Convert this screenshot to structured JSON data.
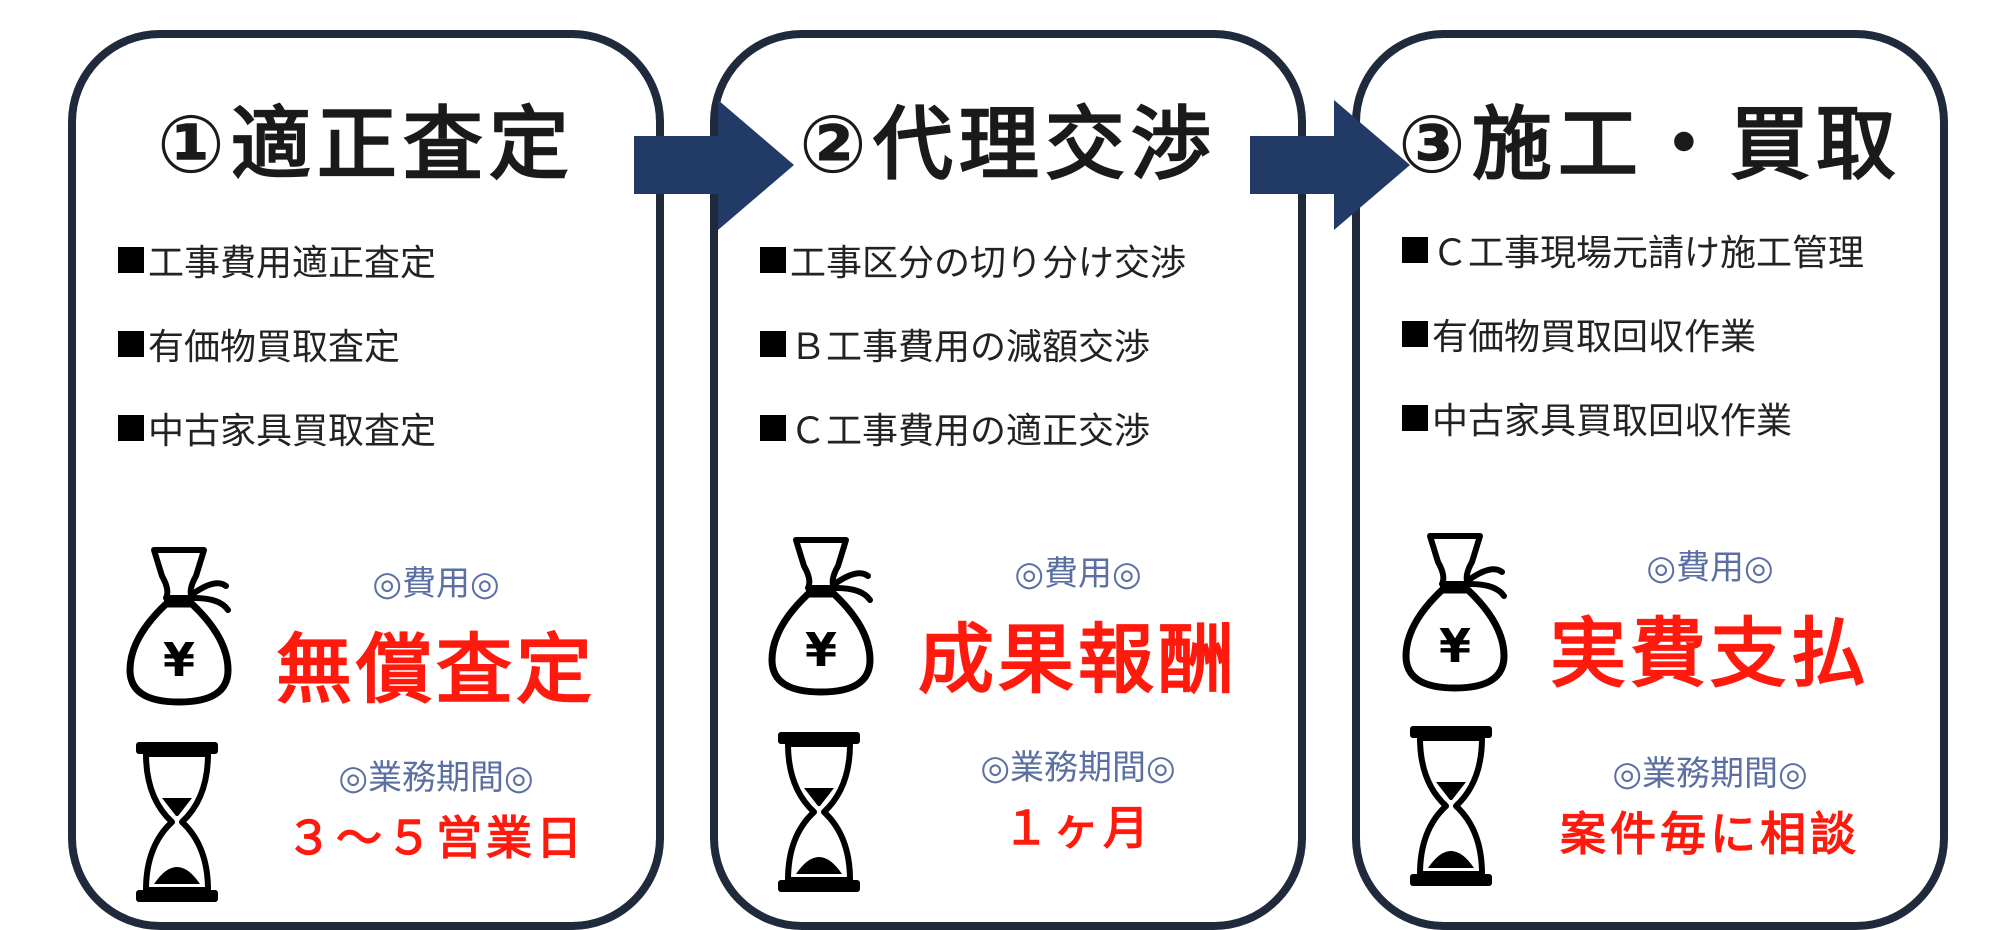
{
  "steps": [
    {
      "title": "①適正査定",
      "items": [
        "工事費用適正査定",
        "有価物買取査定",
        "中古家具買取査定"
      ],
      "cost_label": "◎費用◎",
      "cost_value": "無償査定",
      "period_label": "◎業務期間◎",
      "period_value": "３～５営業日"
    },
    {
      "title": "②代理交渉",
      "items": [
        "工事区分の切り分け交渉",
        "Ｂ工事費用の減額交渉",
        "Ｃ工事費用の適正交渉"
      ],
      "cost_label": "◎費用◎",
      "cost_value": "成果報酬",
      "period_label": "◎業務期間◎",
      "period_value": "１ヶ月"
    },
    {
      "title": "③施工・買取",
      "items": [
        "Ｃ工事現場元請け施工管理",
        "有価物買取回収作業",
        "中古家具買取回収作業"
      ],
      "cost_label": "◎費用◎",
      "cost_value": "実費支払",
      "period_label": "◎業務期間◎",
      "period_value": "案件毎に相談"
    }
  ],
  "icons": {
    "cost": "money-bag-yen-icon",
    "period": "hourglass-icon",
    "flow": "arrow-right-icon"
  },
  "colors": {
    "frame": "#1f2a3c",
    "arrow": "#213a66",
    "label": "#5b6fa3",
    "value": "#ff1a0d"
  },
  "currency_symbol": "¥"
}
